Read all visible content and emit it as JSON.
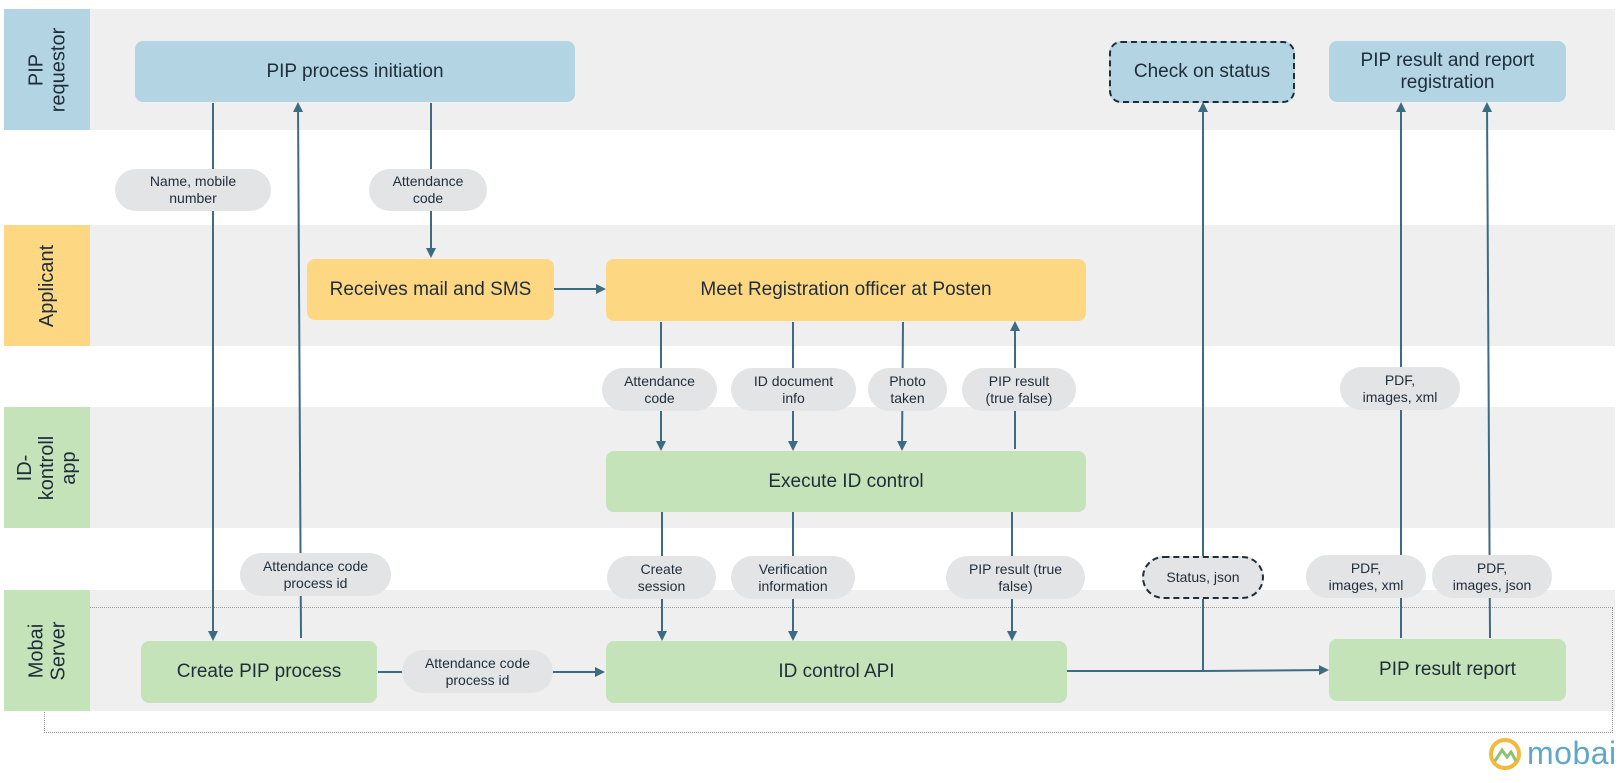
{
  "lanes": {
    "pip_requestor": "PIP\nrequestor",
    "applicant": "Applicant",
    "id_kontroll_app": "ID-\nkontroll\napp",
    "mobai_server": "Mobai\nServer"
  },
  "boxes": {
    "pip_process_initiation": "PIP process initiation",
    "check_on_status": "Check on status",
    "pip_result_registration": "PIP result and report\nregistration",
    "receives_mail_sms": "Receives mail and SMS",
    "meet_registration_officer": "Meet Registration officer at Posten",
    "execute_id_control": "Execute ID control",
    "create_pip_process": "Create PIP process",
    "id_control_api": "ID control API",
    "pip_result_report": "PIP result report"
  },
  "labels": {
    "name_mobile": "Name, mobile\nnumber",
    "attendance_code_top": "Attendance\ncode",
    "attendance_code_mid": "Attendance\ncode",
    "id_document_info": "ID document\ninfo",
    "photo_taken": "Photo\ntaken",
    "pip_result_true_false": "PIP result\n(true false)",
    "pdf_images_xml_upper": "PDF,\nimages, xml",
    "attendance_code_process_id_left": "Attendance code\nprocess id",
    "create_session": "Create\nsession",
    "verification_information": "Verification\ninformation",
    "pip_result_true_false_lower": "PIP result (true\nfalse)",
    "status_json": "Status, json",
    "pdf_images_xml_lower": "PDF,\nimages, xml",
    "pdf_images_json": "PDF,\nimages, json",
    "attendance_code_process_id_bottom": "Attendance code\nprocess id"
  },
  "logo": {
    "text": "mobai"
  },
  "colors": {
    "requestor_blue": "#b3d5e3",
    "applicant_yellow": "#fed782",
    "server_green": "#c4e3b8",
    "arrow": "#3d6b82",
    "band_gray": "#efefef",
    "pill_gray": "#e3e4e6"
  }
}
